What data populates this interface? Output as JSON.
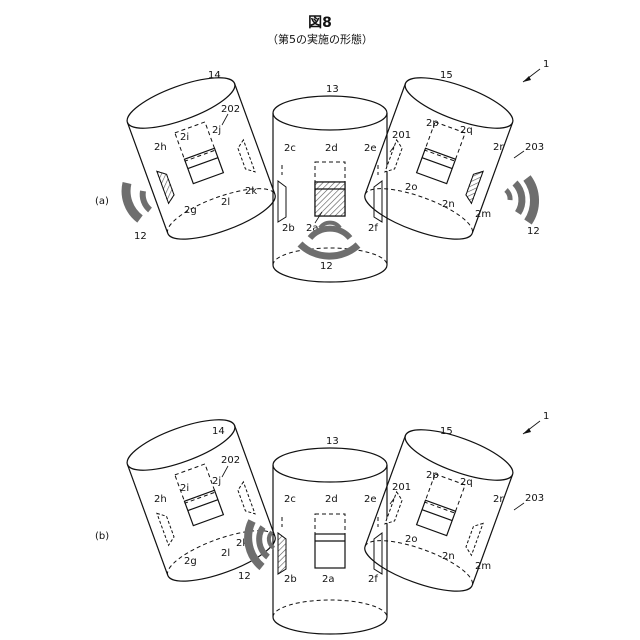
{
  "figure": {
    "title": "図8",
    "subtitle": "（第5の実施の形態）"
  },
  "panels": [
    {
      "id": "a",
      "label": "(a)",
      "system_ref": "1",
      "left_bin_ref": "14",
      "center_bin_ref": "13",
      "right_bin_ref": "15",
      "left_group_ref": "202",
      "center_group_ref": "201",
      "right_group_ref": "203",
      "left_sensors": [
        "2h",
        "2i",
        "2j",
        "2g",
        "2l",
        "2k"
      ],
      "center_sensors": [
        "2c",
        "2d",
        "2e",
        "2b",
        "2a",
        "2f"
      ],
      "right_sensors": [
        "2p",
        "2q",
        "2r",
        "2o",
        "2n",
        "2m"
      ],
      "emitter_label": "12",
      "active_sensors": [
        "2g",
        "2a",
        "2m"
      ]
    },
    {
      "id": "b",
      "label": "(b)",
      "system_ref": "1",
      "left_bin_ref": "14",
      "center_bin_ref": "13",
      "right_bin_ref": "15",
      "left_group_ref": "202",
      "center_group_ref": "201",
      "right_group_ref": "203",
      "left_sensors": [
        "2h",
        "2i",
        "2j",
        "2g",
        "2l",
        "2k"
      ],
      "center_sensors": [
        "2c",
        "2d",
        "2e",
        "2b",
        "2a",
        "2f"
      ],
      "right_sensors": [
        "2p",
        "2q",
        "2r",
        "2o",
        "2n",
        "2m"
      ],
      "emitter_label": "12",
      "active_sensors": [
        "2b"
      ]
    }
  ],
  "colors": {
    "line": "#111111",
    "wave": "#6e6e6e",
    "hatch": "#555555"
  }
}
